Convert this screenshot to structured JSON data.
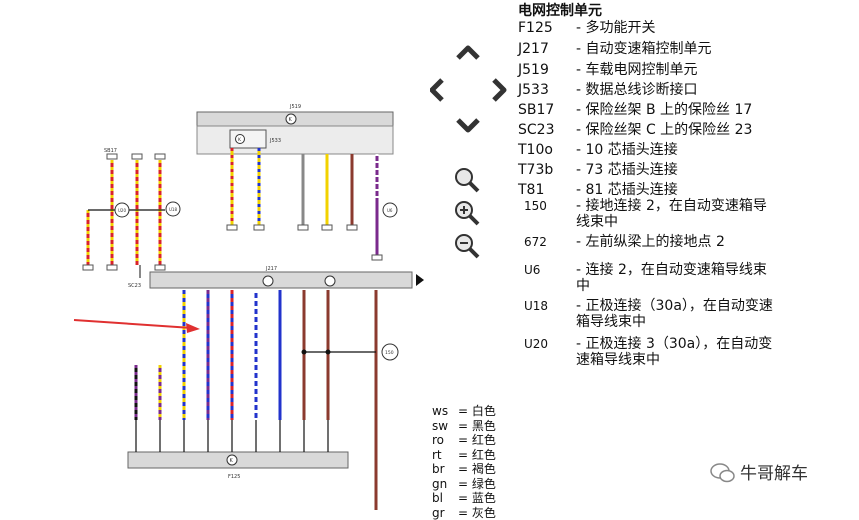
{
  "legend": {
    "title": "电网控制单元",
    "items": [
      {
        "code": "F125",
        "desc": "- 多功能开关"
      },
      {
        "code": "J217",
        "desc": "- 自动变速箱控制单元"
      },
      {
        "code": "J519",
        "desc": "- 车载电网控制单元"
      },
      {
        "code": "J533",
        "desc": "- 数据总线诊断接口"
      },
      {
        "code": "SB17",
        "desc": "- 保险丝架 B 上的保险丝 17"
      },
      {
        "code": "SC23",
        "desc": "- 保险丝架 C 上的保险丝 23"
      },
      {
        "code": "T10o",
        "desc": "- 10 芯插头连接"
      },
      {
        "code": "T73b",
        "desc": "- 73 芯插头连接"
      },
      {
        "code": "T81",
        "desc": "- 81 芯插头连接"
      },
      {
        "code": "150",
        "desc": "- 接地连接 2，在自动变速箱导线束中"
      },
      {
        "code": "672",
        "desc": "- 左前纵梁上的接地点 2"
      },
      {
        "code": "U6",
        "desc": "- 连接 2，在自动变速箱导线束中"
      },
      {
        "code": "U18",
        "desc": "- 正极连接（30a），在自动变速箱导线束中"
      },
      {
        "code": "U20",
        "desc": "- 正极连接 3（30a），在自动变速箱导线束中"
      }
    ]
  },
  "color_codes": [
    {
      "abbr": "ws",
      "name": "= 白色"
    },
    {
      "abbr": "sw",
      "name": "= 黑色"
    },
    {
      "abbr": "ro",
      "name": "= 红色"
    },
    {
      "abbr": "rt",
      "name": "= 红色"
    },
    {
      "abbr": "br",
      "name": "= 褐色"
    },
    {
      "abbr": "gn",
      "name": "= 绿色"
    },
    {
      "abbr": "bl",
      "name": "= 蓝色"
    },
    {
      "abbr": "gr",
      "name": "= 灰色"
    }
  ],
  "diagram": {
    "j519_label": "J519",
    "j533_label": "J533",
    "j217_label": "J217",
    "f125_label": "F125",
    "sb17_label": "SB17",
    "sc23_label": "SC23",
    "ground_label": "K",
    "node_u20": "U20",
    "node_u18": "U18",
    "node_u6": "U6",
    "node_150": "150"
  },
  "watermark": "牛哥解车",
  "colors": {
    "red": "#d8232a",
    "yellow": "#f2d200",
    "blue": "#2233cc",
    "brown": "#8b3a2e",
    "purple": "#7a2a8c",
    "black": "#111111",
    "gray": "#888888",
    "panel": "#d9d9d9",
    "arrow": "#e03030"
  }
}
